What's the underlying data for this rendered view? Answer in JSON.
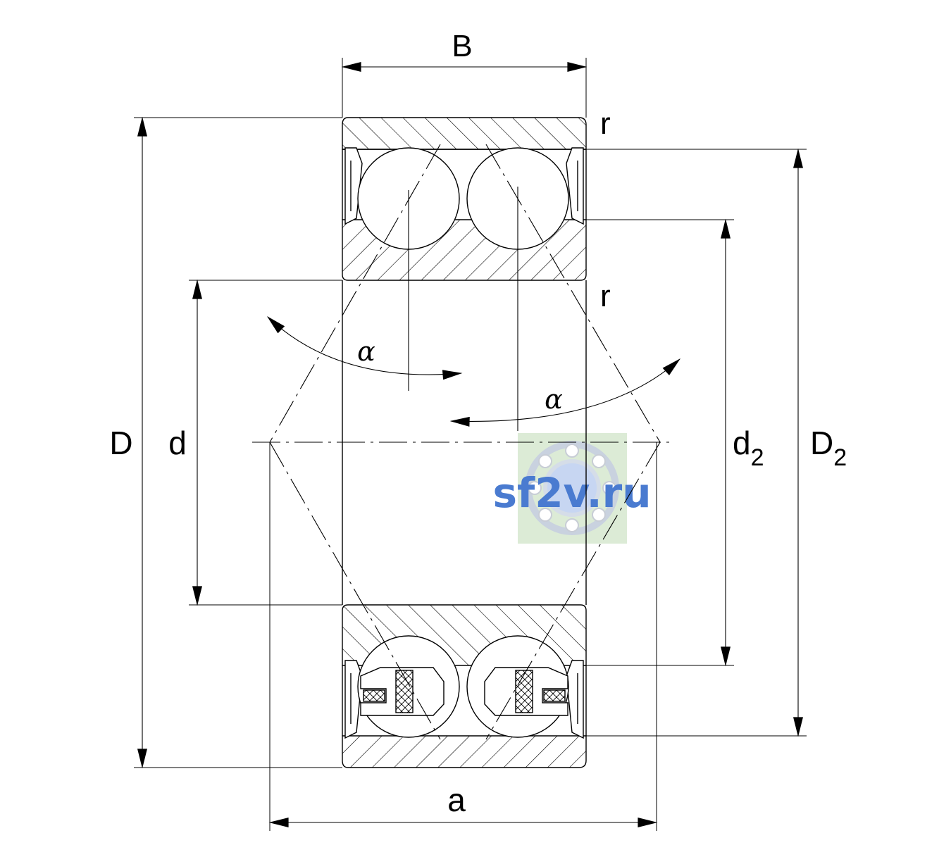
{
  "labels": {
    "B": "B",
    "D": "D",
    "d": "d",
    "d2_base": "d",
    "d2_sub": "2",
    "D2_base": "D",
    "D2_sub": "2",
    "a": "a",
    "r_top": "r",
    "r_mid": "r",
    "alpha_left": "α",
    "alpha_right": "α"
  },
  "watermark": {
    "text": "sf2v.ru",
    "text_color": "#4a7bd0",
    "badge_color": "#dcebd6"
  },
  "colors": {
    "line": "#000000",
    "background": "#ffffff"
  }
}
